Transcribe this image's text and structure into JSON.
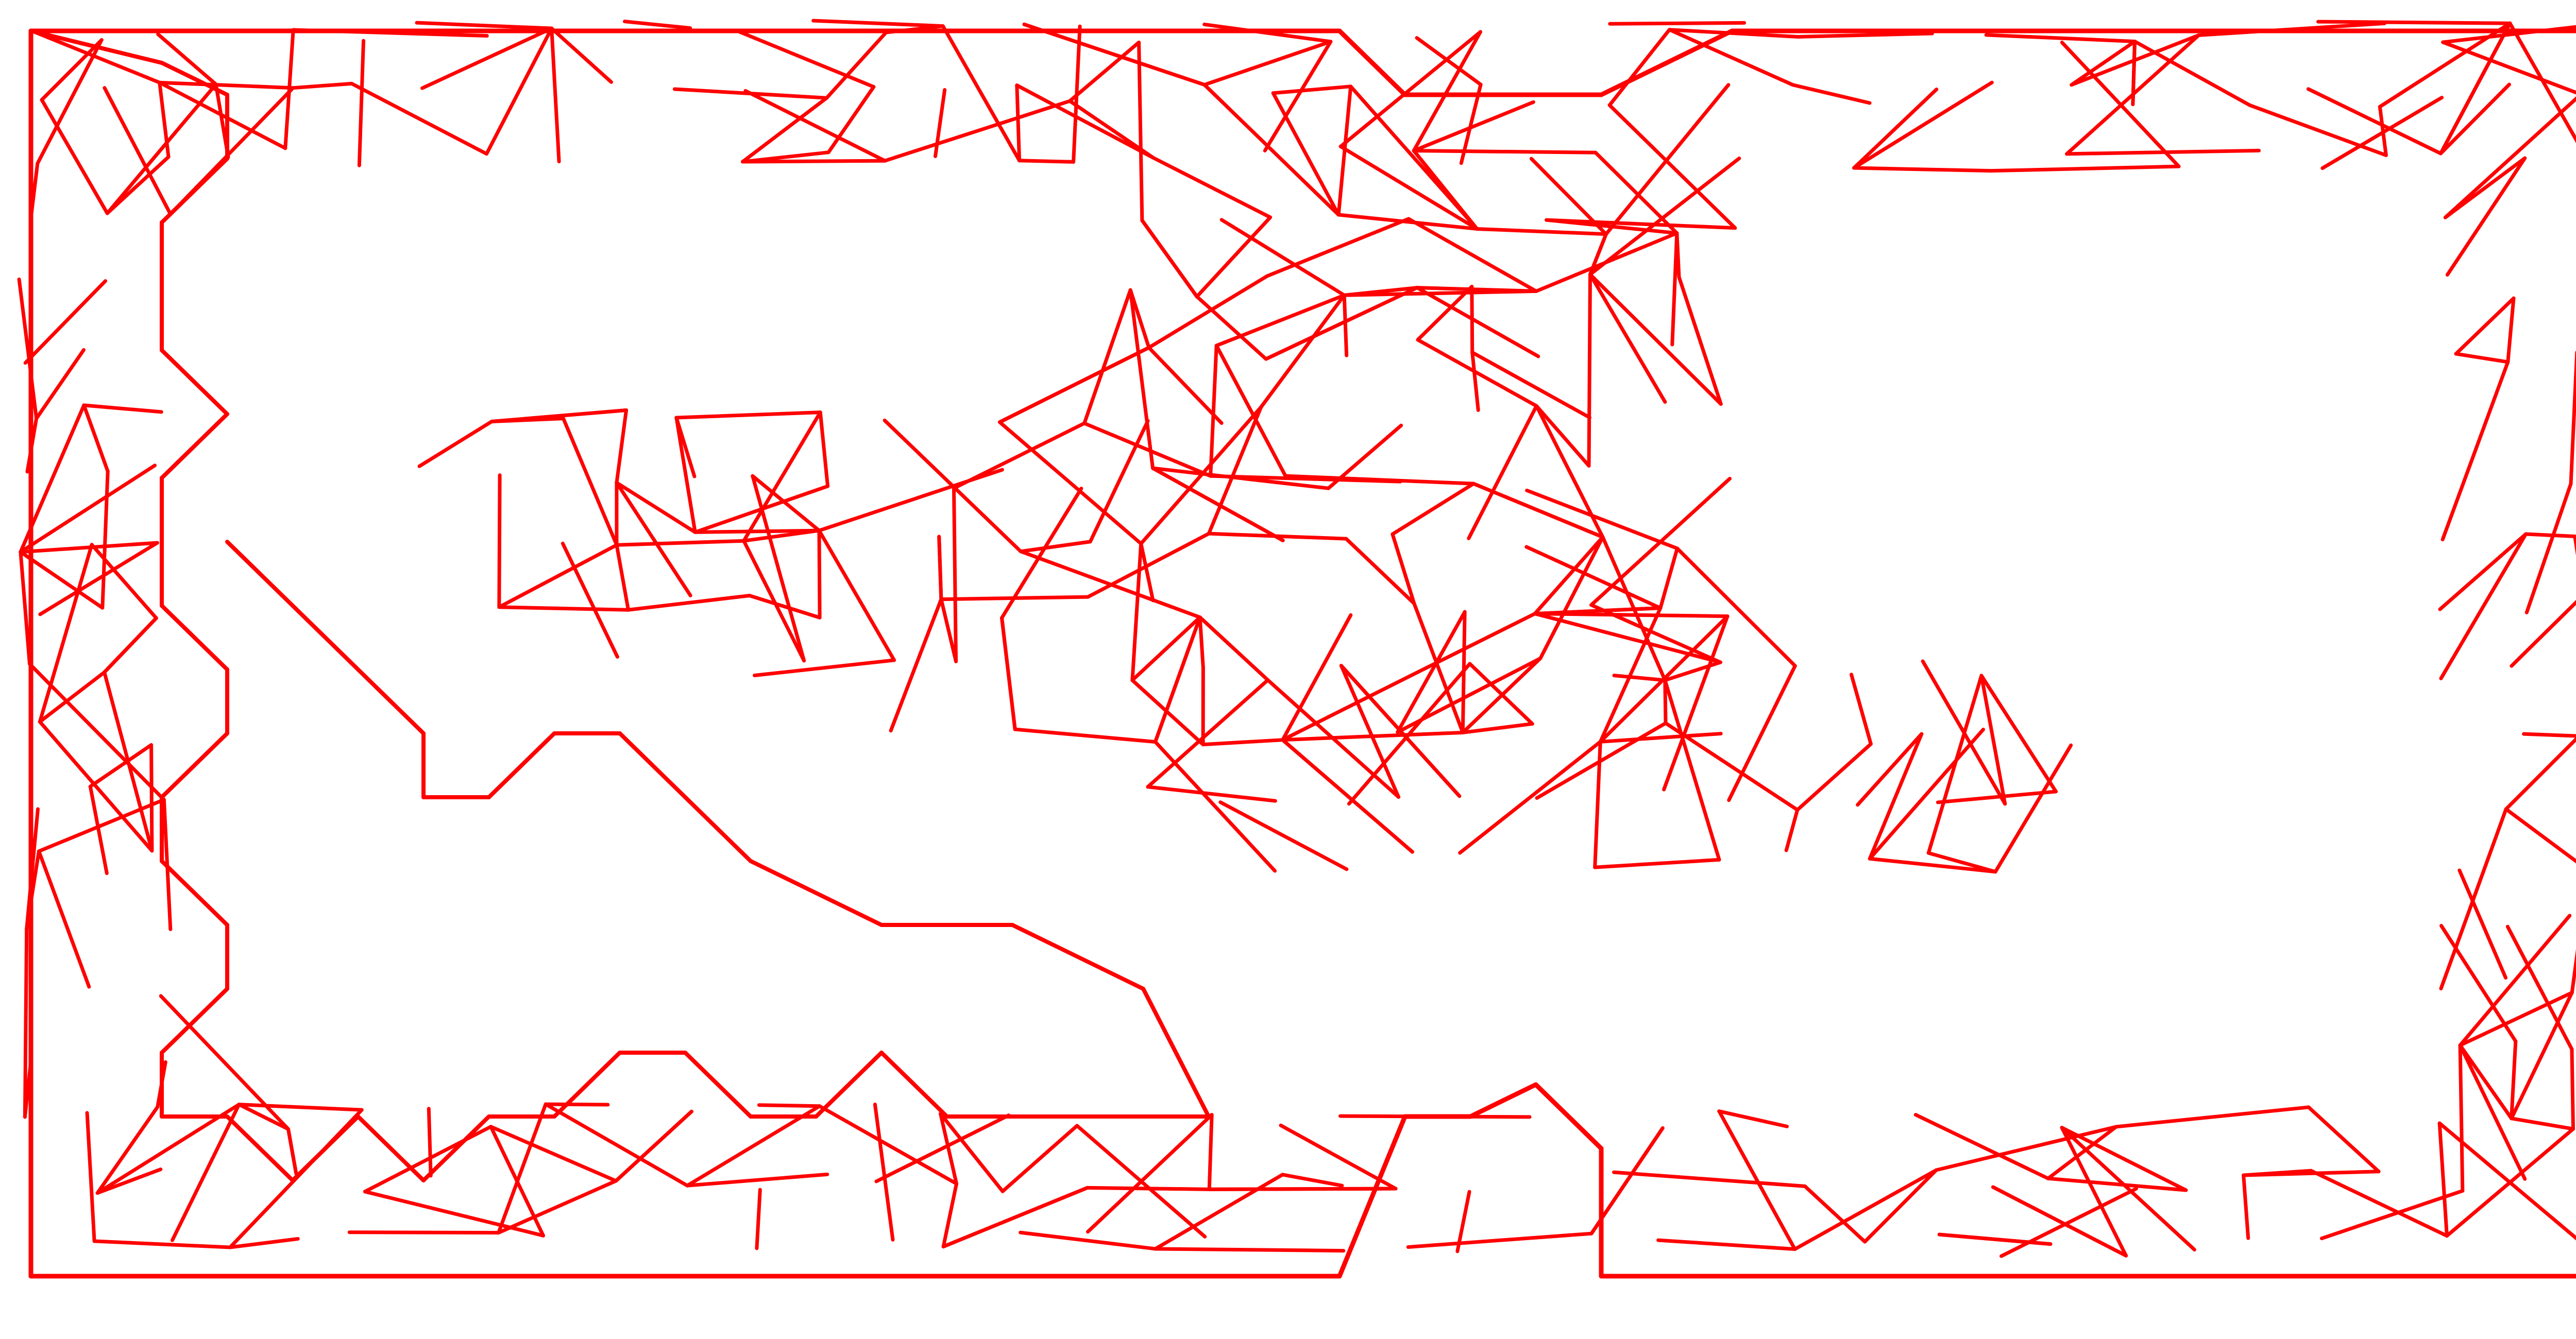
{
  "figure": {
    "title": "",
    "type": "triangulated polygon mesh",
    "colors": {
      "background": "#ffffff",
      "edge": "#ff0000"
    }
  },
  "chart_data": {
    "type": "diagram",
    "xlim": [
      0,
      40
    ],
    "ylim": [
      0,
      20
    ],
    "outline": [
      [
        0,
        0
      ],
      [
        20,
        0
      ],
      [
        21,
        1
      ],
      [
        24,
        1
      ],
      [
        26,
        0
      ],
      [
        39.5,
        0
      ],
      [
        39.5,
        19.5
      ],
      [
        24,
        19.5
      ],
      [
        24,
        17.5
      ],
      [
        23,
        16.5
      ],
      [
        22,
        17
      ],
      [
        21,
        17
      ],
      [
        20,
        19.5
      ],
      [
        0,
        19.5
      ],
      [
        0,
        0
      ]
    ],
    "boundary": [
      [
        0,
        0
      ],
      [
        2,
        0.5
      ],
      [
        3,
        1
      ],
      [
        3,
        2
      ],
      [
        2,
        3
      ],
      [
        2,
        5
      ],
      [
        3,
        6
      ],
      [
        2,
        7
      ],
      [
        2,
        9
      ],
      [
        3,
        10
      ],
      [
        3,
        11
      ],
      [
        2,
        12
      ],
      [
        2,
        13
      ],
      [
        3,
        14
      ],
      [
        3,
        15
      ],
      [
        2,
        16
      ],
      [
        2,
        17
      ],
      [
        3,
        17
      ],
      [
        4,
        18
      ],
      [
        5,
        17
      ],
      [
        6,
        18
      ],
      [
        7,
        17
      ],
      [
        8,
        17
      ],
      [
        9,
        16
      ],
      [
        10,
        16
      ],
      [
        11,
        17
      ],
      [
        12,
        17
      ],
      [
        13,
        16
      ],
      [
        14,
        17
      ],
      [
        17,
        17
      ],
      [
        18,
        17
      ],
      [
        17,
        15
      ],
      [
        15,
        14
      ],
      [
        13,
        14
      ],
      [
        11,
        13
      ],
      [
        10,
        12
      ],
      [
        9,
        11
      ],
      [
        8,
        11
      ],
      [
        7,
        12
      ],
      [
        6,
        12
      ],
      [
        6,
        11
      ],
      [
        5,
        10
      ],
      [
        4,
        9
      ],
      [
        3,
        8
      ]
    ],
    "edge_count": 2400,
    "seed": 42
  }
}
